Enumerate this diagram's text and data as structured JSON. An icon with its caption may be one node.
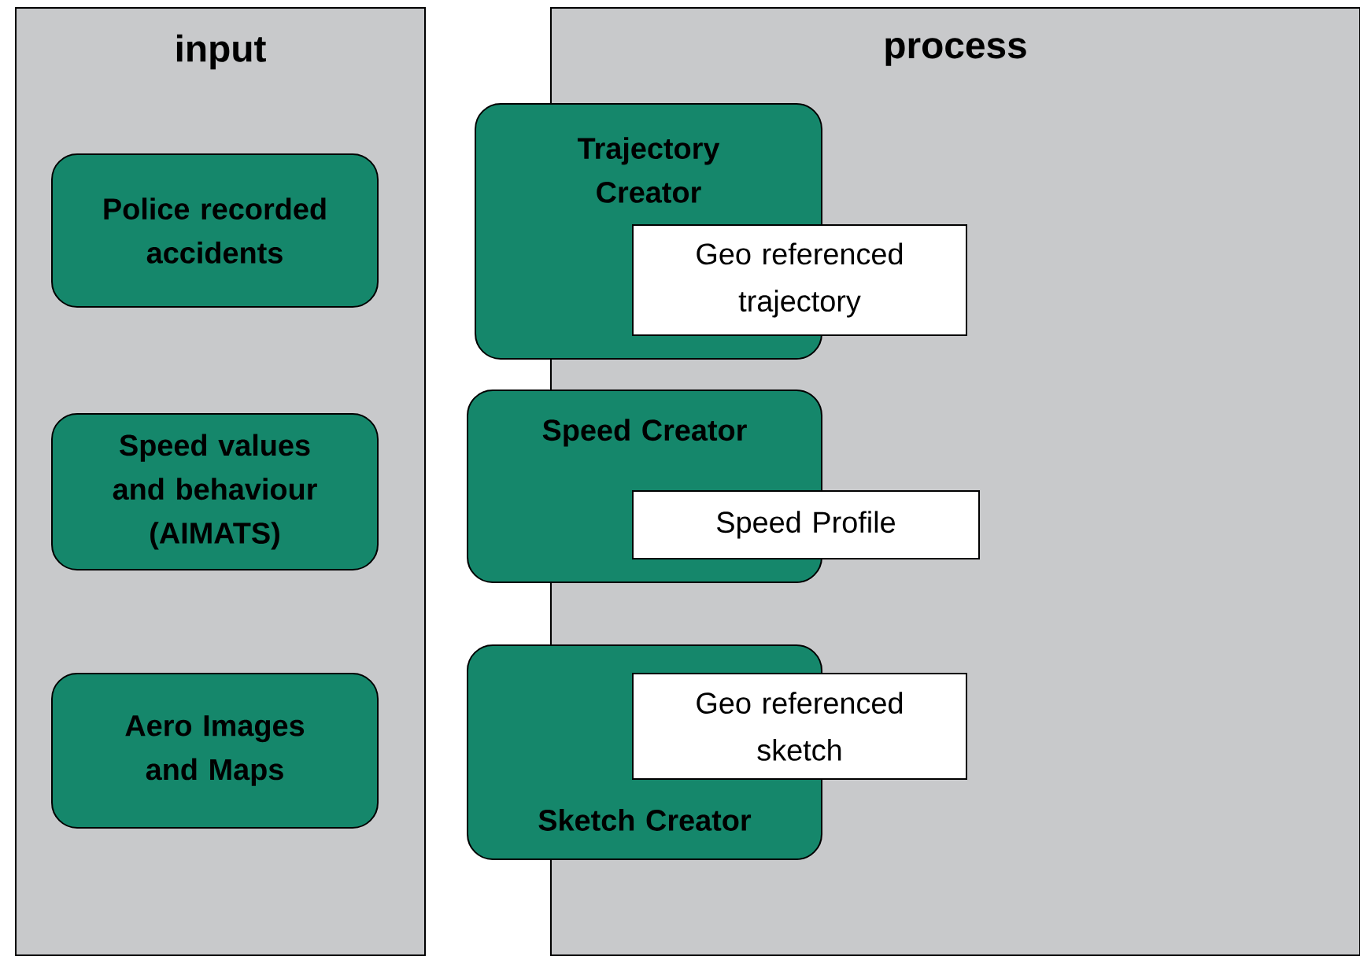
{
  "diagram": {
    "nodes": [
      {
        "text": [
          "input"
        ]
      },
      {
        "text": [
          "Police recorded accidents"
        ],
        "in": 0
      },
      {
        "text": [
          "Speed values and behaviour (AIMATS)"
        ],
        "in": 0
      },
      {
        "text": [
          "Aero Images and Maps"
        ],
        "in": 0
      },
      {
        "text": [
          "process"
        ]
      },
      {
        "text": [
          "Trajectory Creator"
        ]
      },
      {
        "text": [
          "Geo referenced trajectory"
        ],
        "in": 4
      },
      {
        "text": [
          "Speed Creator"
        ]
      },
      {
        "text": [
          "Speed Profile"
        ],
        "in": 4
      },
      {
        "text": [
          "Sketch Creator"
        ]
      },
      {
        "text": [
          "Geo referenced sketch"
        ],
        "in": 4
      }
    ]
  }
}
